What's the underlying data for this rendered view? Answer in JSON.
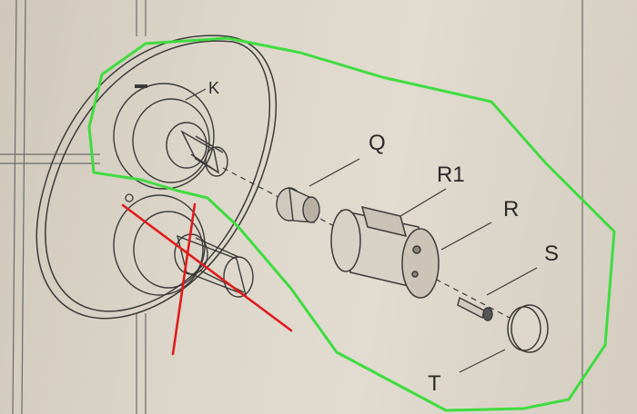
{
  "labels": {
    "k": "K",
    "q": "Q",
    "r1": "R1",
    "r": "R",
    "s": "S",
    "t": "T"
  },
  "colors": {
    "background": "#ddd7cb",
    "line_art": "#3a3a3a",
    "green_outline": "#3fdc3f",
    "red_strike": "#e01c1c"
  }
}
